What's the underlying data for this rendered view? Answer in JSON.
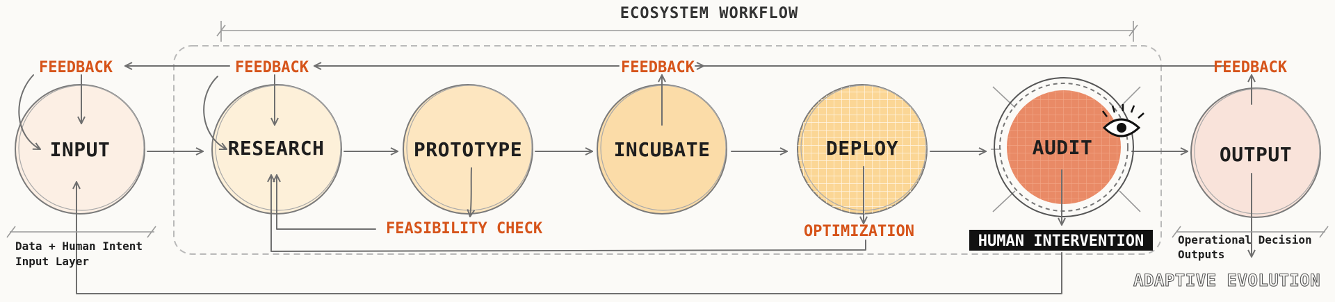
{
  "title": "ECOSYSTEM WORKFLOW",
  "nodes": {
    "input": "INPUT",
    "research": "RESEARCH",
    "prototype": "PROTOTYPE",
    "incubate": "INCUBATE",
    "deploy": "DEPLOY",
    "audit": "AUDIT",
    "output": "OUTPUT"
  },
  "feedback_label": "FEEDBACK",
  "feasibility_check": "FEASIBILITY CHECK",
  "optimization": "OPTIMIZATION",
  "human_intervention": "HUMAN INTERVENTION",
  "input_layer": {
    "line1": "Data + Human Intent",
    "line2": "Input Layer"
  },
  "outputs_note": {
    "line1": "Operational Decision",
    "line2": "Outputs"
  },
  "adaptive_evolution": "ADAPTIVE EVOLUTION",
  "colors": {
    "input_fill": "#fcefe4",
    "research_fill": "#fdf0d9",
    "prototype_fill": "#fde6c0",
    "incubate_fill": "#fbdca8",
    "deploy_fill": "#fbd695",
    "audit_fill": "#e98a66",
    "output_fill": "#f9e3da",
    "accent_orange": "#d6541a"
  }
}
